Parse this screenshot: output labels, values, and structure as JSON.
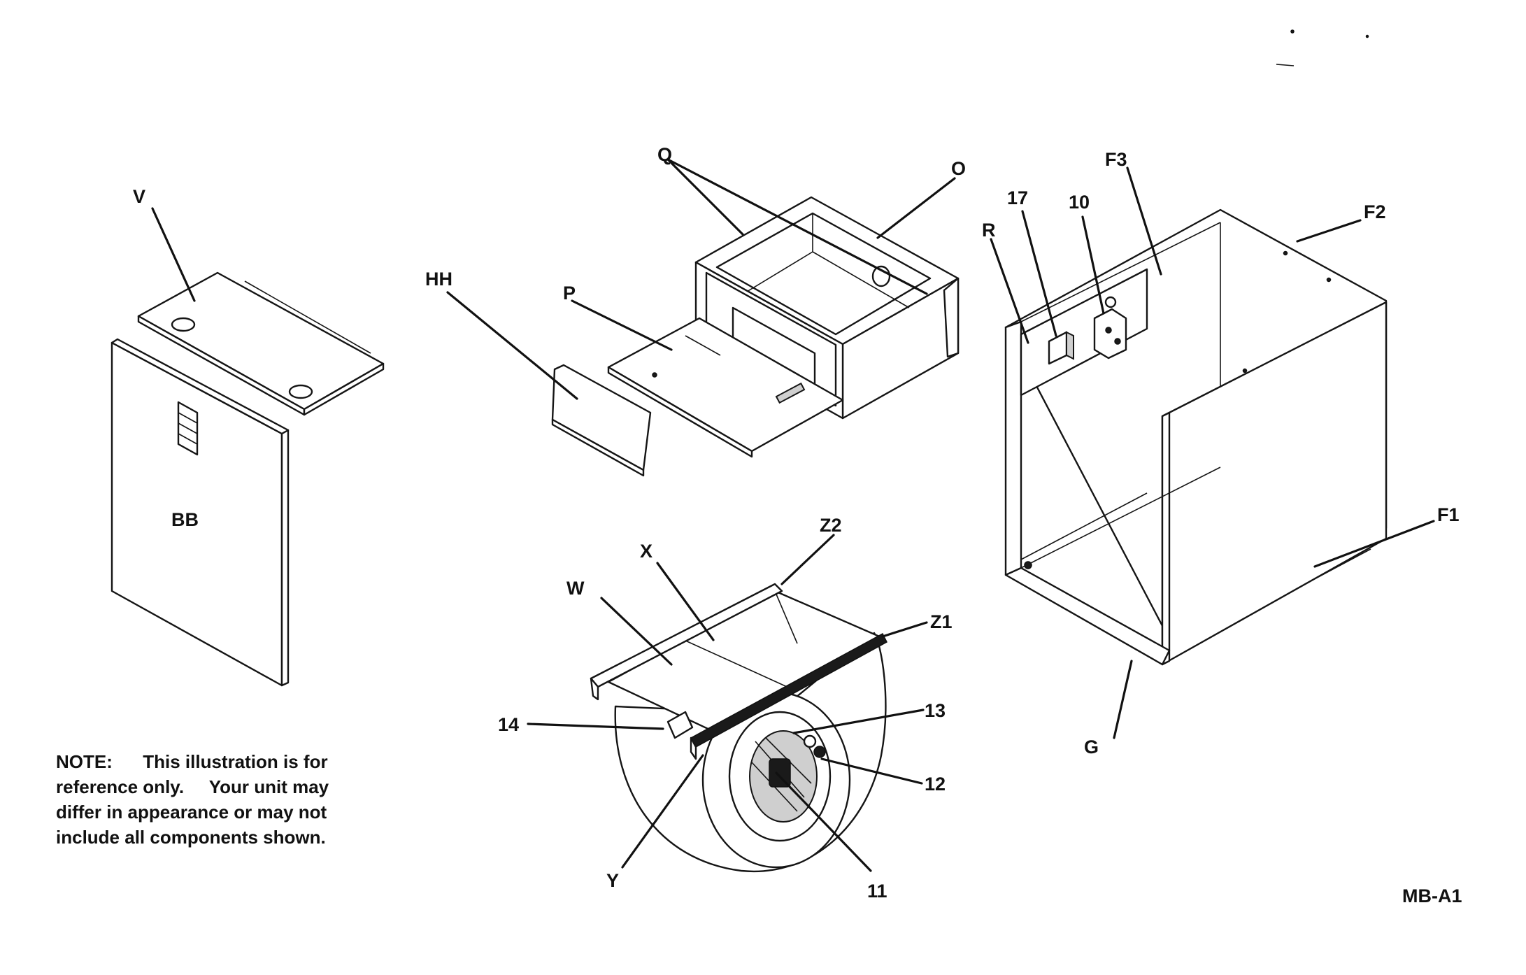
{
  "labels": {
    "V": "V",
    "BB": "BB",
    "HH": "HH",
    "P": "P",
    "Q": "Q",
    "O": "O",
    "R": "R",
    "n17": "17",
    "n10": "10",
    "F3": "F3",
    "F2": "F2",
    "F1": "F1",
    "G": "G",
    "X": "X",
    "W": "W",
    "Z2": "Z2",
    "Z1": "Z1",
    "n14": "14",
    "n13": "13",
    "n12": "12",
    "n11": "11",
    "Y": "Y"
  },
  "note": {
    "line1": "NOTE:      This illustration is for",
    "line2": "reference only.     Your unit may",
    "line3": "differ in appearance or may not",
    "line4": "include all components shown."
  },
  "figure_id": "MB-A1"
}
